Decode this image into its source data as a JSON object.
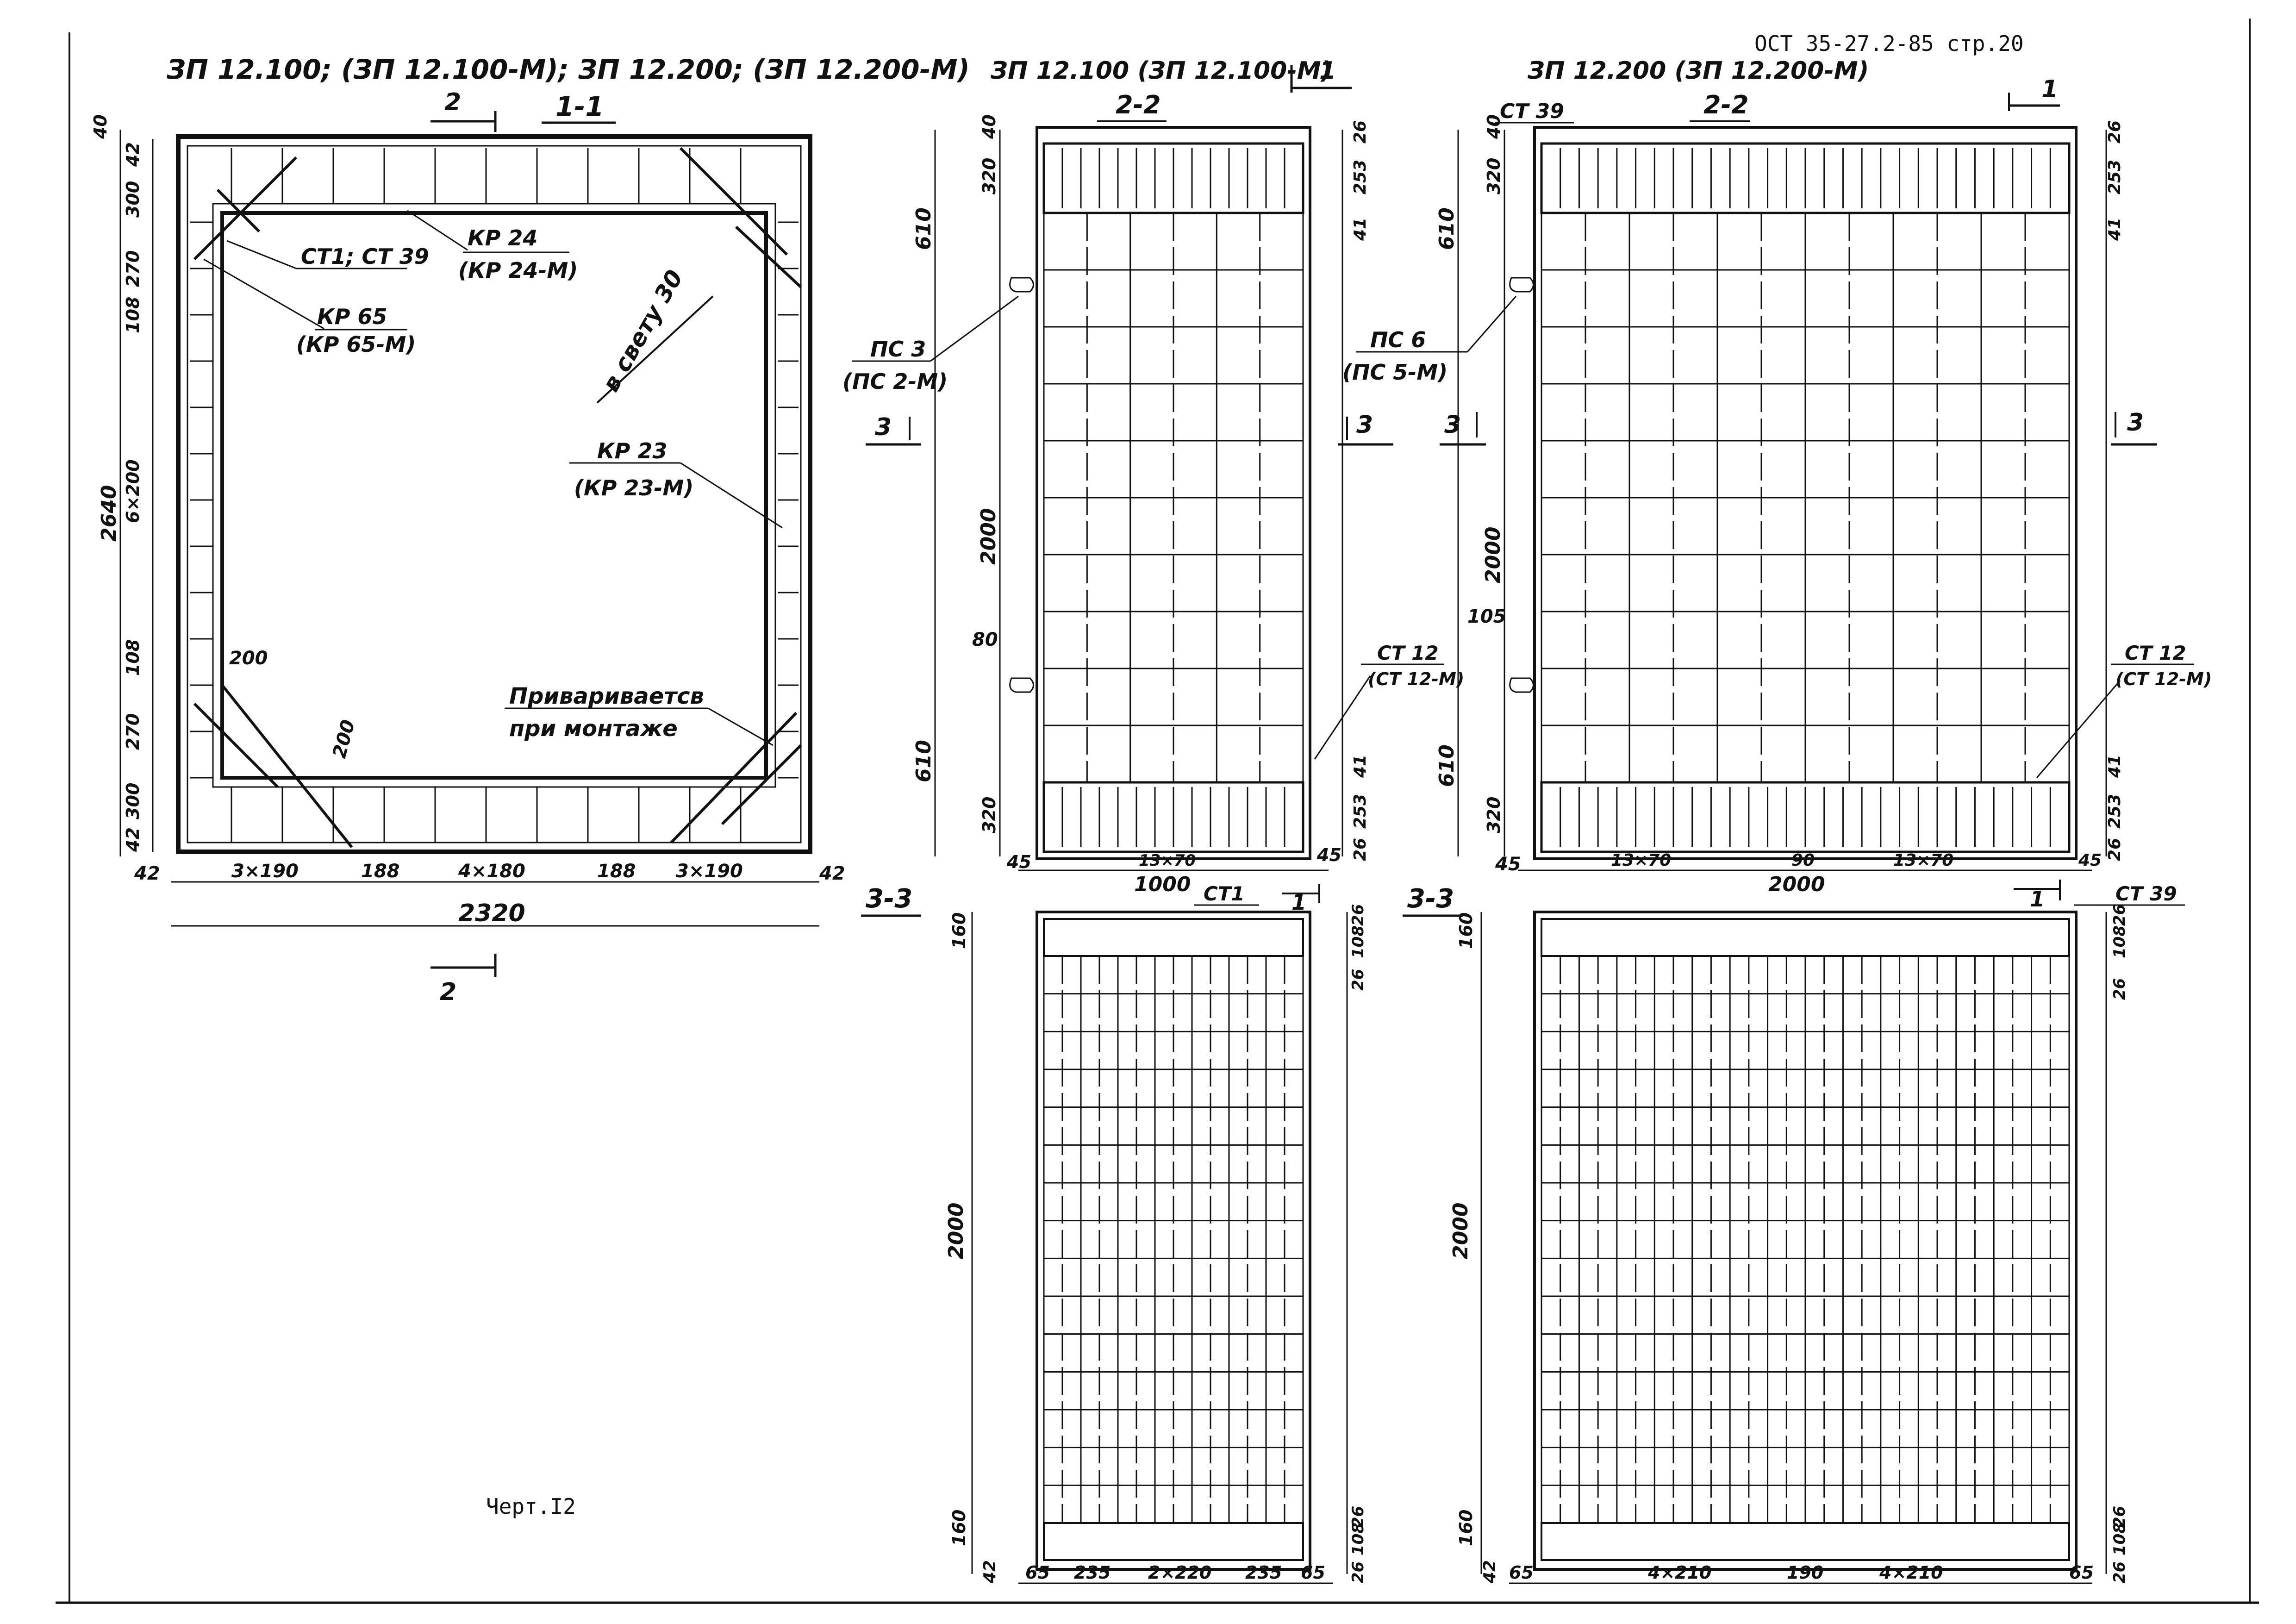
{
  "document": {
    "standard": "ОСТ 35-27.2-85 стр.20",
    "drawing_number": "Черт.I2"
  },
  "view_1_1": {
    "header": "ЗП 12.100; (ЗП 12.100-М); ЗП 12.200; (ЗП 12.200-М)",
    "section_label": "1-1",
    "cut_mark_top": "2",
    "cut_mark_bottom": "2",
    "callouts": {
      "st1_st39": "СТ1; СТ 39",
      "kr24": "КР 24",
      "kr24m": "(КР 24-М)",
      "kr65": "КР 65",
      "kr65m": "(КР 65-М)",
      "svetu": "в свету 30",
      "kr23": "КР 23",
      "kr23m": "(КР 23-М)",
      "weld_1": "Привариваетсв",
      "weld_2": "при монтаже"
    },
    "dims_left": [
      "40",
      "42",
      "300",
      "270",
      "108",
      "6×200",
      "2640",
      "108",
      "270",
      "300",
      "42"
    ],
    "dims_inner": [
      "200",
      "200"
    ],
    "dims_bottom": [
      "42",
      "3×190",
      "188",
      "4×180",
      "188",
      "3×190",
      "42"
    ],
    "dim_total": "2320"
  },
  "view_2_2_a": {
    "header": "ЗП 12.100 (ЗП 12.100-М)",
    "section_label": "2-2",
    "cut_mark": "1",
    "dims_left": [
      "40",
      "320",
      "610",
      "2000",
      "80",
      "610",
      "320"
    ],
    "dims_right": [
      "26",
      "253",
      "41",
      "41",
      "253",
      "26"
    ],
    "ps_label": "ПС 3",
    "ps_label_m": "(ПС 2-М)",
    "ct12": "СТ 12",
    "ct12m": "(СТ 12-М)",
    "cut3_left": "3",
    "cut3_right": "3",
    "dims_bottom": [
      "45",
      "13×70",
      "45"
    ],
    "dim_total": "1000"
  },
  "view_2_2_b": {
    "header": "ЗП 12.200 (ЗП 12.200-М)",
    "section_label": "2-2",
    "cut_mark": "1",
    "ct39": "СТ 39",
    "dims_left": [
      "40",
      "320",
      "610",
      "2000",
      "105",
      "610",
      "320"
    ],
    "dims_right": [
      "26",
      "253",
      "41",
      "41",
      "253",
      "26"
    ],
    "ps_label": "ПС 6",
    "ps_label_m": "(ПС 5-М)",
    "ct12": "СТ 12",
    "ct12m": "(СТ 12-М)",
    "cut3_left": "3",
    "cut3_right": "3",
    "dims_bottom": [
      "45",
      "13×70",
      "90",
      "13×70",
      "45"
    ],
    "dim_total": "2000"
  },
  "view_3_3_a": {
    "section_label": "3-3",
    "ct1": "СТ1",
    "cut_mark": "1",
    "dims_left": [
      "160",
      "2000",
      "160",
      "42"
    ],
    "dims_right": [
      "26",
      "108",
      "26",
      "26",
      "108",
      "26"
    ],
    "dims_bottom": [
      "65",
      "235",
      "2×220",
      "235",
      "65"
    ]
  },
  "view_3_3_b": {
    "section_label": "3-3",
    "ct39": "СТ 39",
    "cut_mark": "1",
    "dims_left": [
      "160",
      "2000",
      "160",
      "42"
    ],
    "dims_right": [
      "26",
      "108",
      "26",
      "26",
      "108",
      "26"
    ],
    "dims_bottom": [
      "65",
      "4×210",
      "190",
      "4×210",
      "65"
    ]
  }
}
